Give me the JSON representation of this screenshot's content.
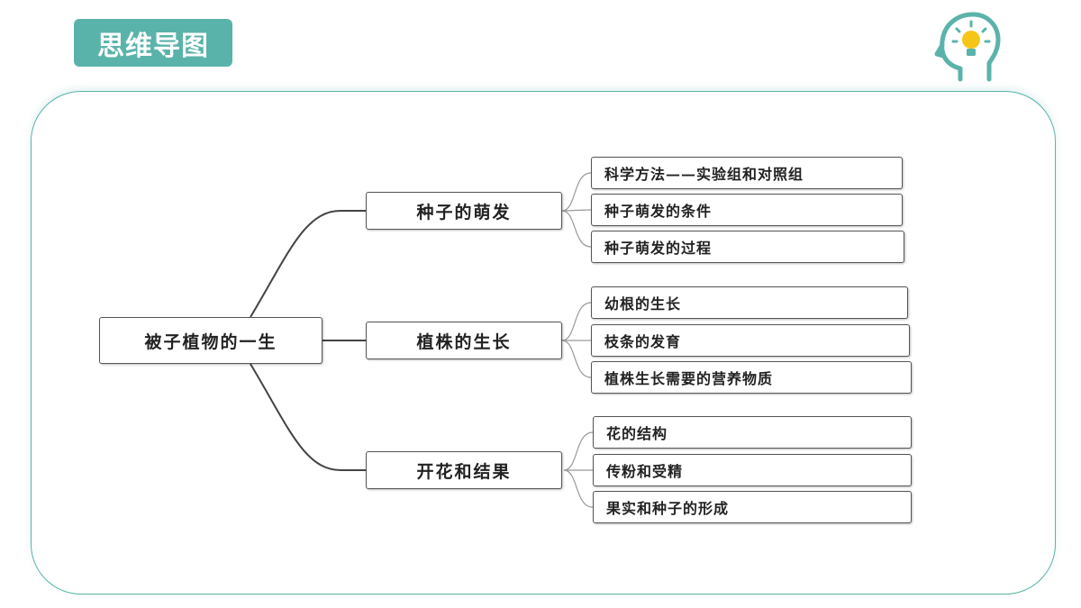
{
  "header": {
    "title": "思维导图",
    "icon": "head-lightbulb-icon",
    "accent_color": "#5ab3aa"
  },
  "mindmap": {
    "root": "被子植物的一生",
    "branches": [
      {
        "label": "种子的萌发",
        "children": [
          "科学方法——实验组和对照组",
          "种子萌发的条件",
          "种子萌发的过程"
        ]
      },
      {
        "label": "植株的生长",
        "children": [
          "幼根的生长",
          "枝条的发育",
          "植株生长需要的营养物质"
        ]
      },
      {
        "label": "开花和结果",
        "children": [
          "花的结构",
          "传粉和受精",
          "果实和种子的形成"
        ]
      }
    ]
  }
}
